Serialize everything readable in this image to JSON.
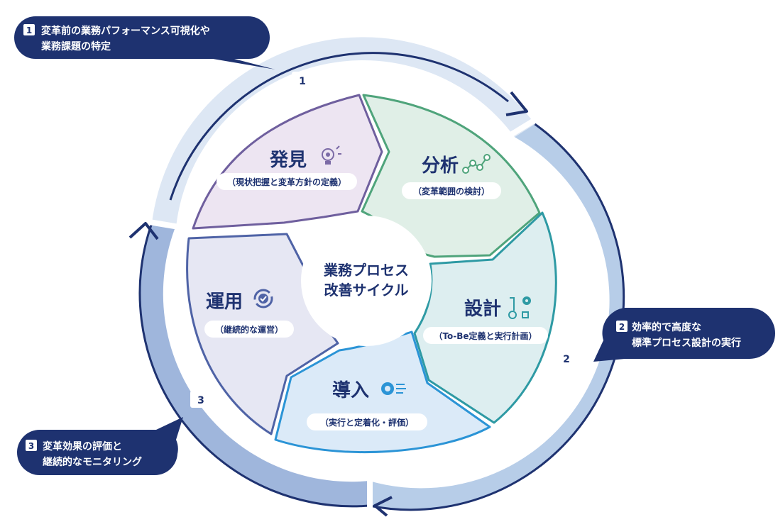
{
  "center": {
    "line1": "業務プロセス",
    "line2": "改善サイクル"
  },
  "phases": [
    {
      "title": "発見",
      "subtitle": "（現状把握と変革方針の定義）",
      "icon": "lightbulb-icon",
      "color": "#ede5f2",
      "stroke": "#7b6aa6"
    },
    {
      "title": "分析",
      "subtitle": "（変革範囲の検討）",
      "icon": "nodes-graph-icon",
      "color": "#e0efe7",
      "stroke": "#4fa47b"
    },
    {
      "title": "設計",
      "subtitle": "（To-Be定義と実行計画）",
      "icon": "gear-flow-icon",
      "color": "#ddeef0",
      "stroke": "#2e9aa4"
    },
    {
      "title": "導入",
      "subtitle": "（実行と定着化・評価）",
      "icon": "gear-spark-icon",
      "color": "#dbeaf8",
      "stroke": "#2b94d6"
    },
    {
      "title": "運用",
      "subtitle": "（継続的な運営）",
      "icon": "cycle-check-icon",
      "color": "#e6e7f3",
      "stroke": "#4f63a6"
    }
  ],
  "ring_numbers": [
    "1",
    "2",
    "3"
  ],
  "callouts": [
    {
      "num": "1",
      "line1": "変革前の業務パフォーマンス可視化や",
      "line2": "業務課題の特定"
    },
    {
      "num": "2",
      "line1": "効率的で高度な",
      "line2": "標準プロセス設計の実行"
    },
    {
      "num": "3",
      "line1": "変革効果の評価と",
      "line2": "継続的なモニタリング"
    }
  ],
  "colors": {
    "navy": "#1e3270",
    "ring_light": "#dde7f4",
    "ring_mid": "#b7cde8",
    "ring_dark": "#9fb6dc"
  }
}
